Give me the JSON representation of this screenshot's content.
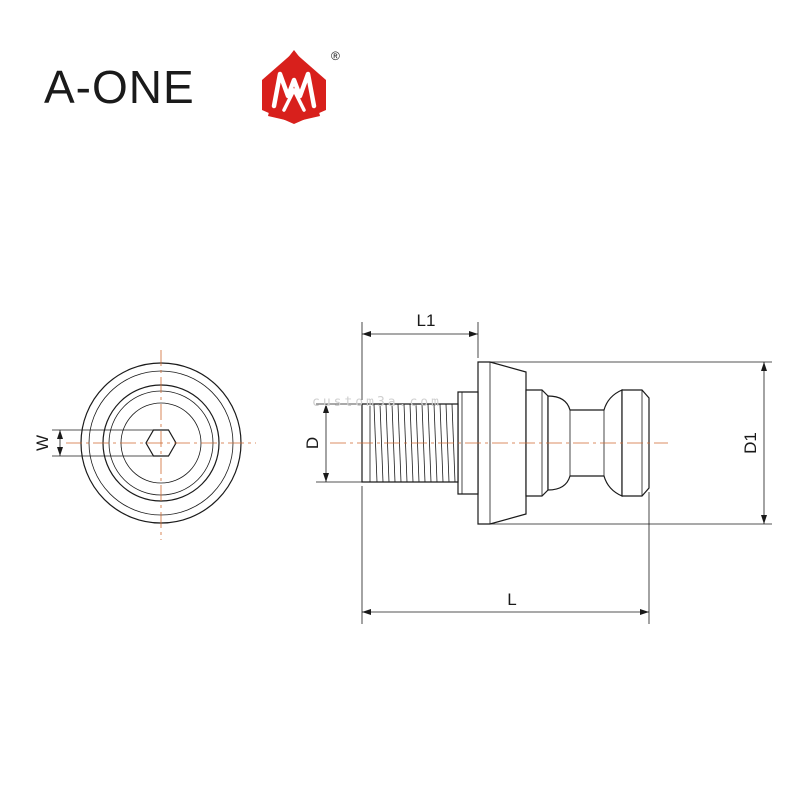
{
  "brand": {
    "name": "A-ONE",
    "registered": "®",
    "logo_color": "#d8201c"
  },
  "dimensions": {
    "w": "W",
    "d": "D",
    "l1": "L1",
    "l": "L",
    "d1": "D1"
  },
  "watermark": "custom3a.com",
  "colors": {
    "line": "#1a1a1a",
    "centerline": "#d06a30"
  }
}
